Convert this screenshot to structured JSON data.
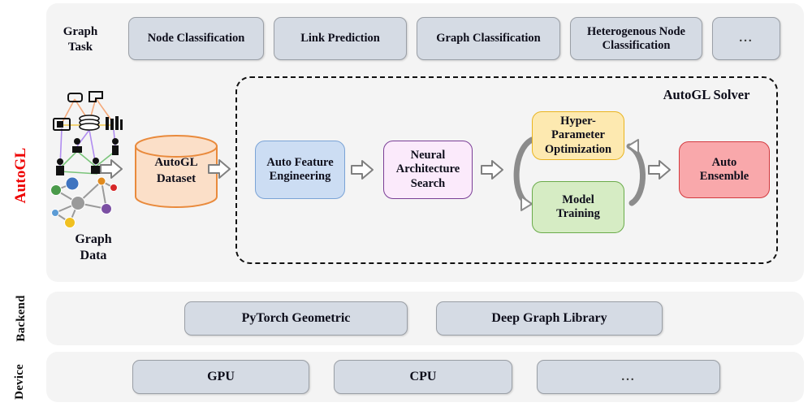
{
  "side_labels": {
    "framework": "AutoGL",
    "backend": "Backend",
    "device": "Device"
  },
  "graph_task": {
    "caption": "Graph\nTask",
    "caption_line1": "Graph",
    "caption_line2": "Task",
    "items": [
      {
        "label": "Node Classification",
        "name": "node-classification"
      },
      {
        "label": "Link Prediction",
        "name": "link-prediction"
      },
      {
        "label": "Graph Classification",
        "name": "graph-classification"
      },
      {
        "label": "Heterogenous Node Classification",
        "name": "heterogenous-node-classification"
      },
      {
        "label": "...",
        "name": "more"
      }
    ]
  },
  "input": {
    "graph_data_caption_line1": "Graph",
    "graph_data_caption_line2": "Data",
    "dataset_label_line1": "AutoGL",
    "dataset_label_line2": "Dataset",
    "dataset_fill": "#fbdfc8",
    "dataset_stroke": "#e98a3c"
  },
  "solver": {
    "title": "AutoGL Solver",
    "stages": [
      {
        "name": "auto-feature-engineering",
        "line1": "Auto Feature",
        "line2": "Engineering",
        "fill": "#ccddf3",
        "stroke": "#7aa3d6"
      },
      {
        "name": "neural-architecture-search",
        "line1": "Neural",
        "line2": "Architecture",
        "line3": "Search",
        "fill": "#fbeafb",
        "stroke": "#7a3e96"
      },
      {
        "name": "hyper-parameter-optimization",
        "line1": "Hyper-",
        "line2": "Parameter",
        "line3": "Optimization",
        "fill": "#fde9b0",
        "stroke": "#e9b420"
      },
      {
        "name": "model-training",
        "line1": "Model",
        "line2": "Training",
        "fill": "#d6ecc4",
        "stroke": "#6aab4a"
      },
      {
        "name": "auto-ensemble",
        "line1": "Auto",
        "line2": "Ensemble",
        "fill": "#f9a8ab",
        "stroke": "#d33a3f"
      }
    ]
  },
  "backend": {
    "items": [
      {
        "label": "PyTorch Geometric",
        "name": "pytorch-geometric"
      },
      {
        "label": "Deep Graph Library",
        "name": "deep-graph-library"
      }
    ]
  },
  "device": {
    "items": [
      {
        "label": "GPU",
        "name": "gpu"
      },
      {
        "label": "CPU",
        "name": "cpu"
      },
      {
        "label": "...",
        "name": "more"
      }
    ]
  },
  "colors": {
    "panel_bg": "#f4f4f4",
    "chip_fill": "#d5dbe4",
    "chip_stroke": "#9a9fa6",
    "accent_red": "#ee0000",
    "page_bg": "#ffffff"
  },
  "graph_nodes": {
    "colors": [
      "#3f74c0",
      "#4a9a4a",
      "#9a9a9a",
      "#e08a1e",
      "#d62728",
      "#7b4fa3",
      "#5b9bd5",
      "#f0c020"
    ]
  }
}
